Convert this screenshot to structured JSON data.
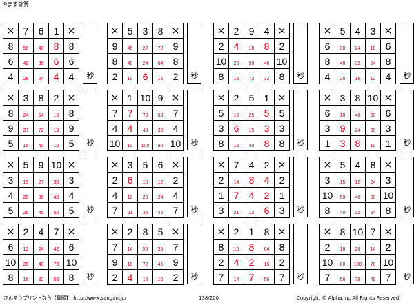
{
  "page": {
    "title": "9ます計算",
    "footer_left": "さんすうプリントなら【算願】：http://www.sangan.jp/",
    "footer_center": "138/200",
    "footer_right": "Copyright © Alpha,Inc All Rights Reserved.",
    "time_unit": "秒",
    "operator": "×"
  },
  "puzzles": [
    {
      "top": [
        7,
        6,
        1
      ],
      "left": [
        8,
        6,
        4
      ],
      "right": [
        8,
        6,
        4
      ],
      "cells": [
        [
          {
            "v": "56",
            "big": false
          },
          {
            "v": "48",
            "big": false
          },
          {
            "v": "8",
            "big": true
          }
        ],
        [
          {
            "v": "42",
            "big": false
          },
          {
            "v": "36",
            "big": false
          },
          {
            "v": "6",
            "big": true
          }
        ],
        [
          {
            "v": "28",
            "big": false
          },
          {
            "v": "24",
            "big": false
          },
          {
            "v": "4",
            "big": true
          }
        ]
      ]
    },
    {
      "top": [
        5,
        3,
        8
      ],
      "left": [
        9,
        8,
        2
      ],
      "right": [
        9,
        8,
        2
      ],
      "cells": [
        [
          {
            "v": "45",
            "big": false
          },
          {
            "v": "27",
            "big": false
          },
          {
            "v": "72",
            "big": false
          }
        ],
        [
          {
            "v": "40",
            "big": false
          },
          {
            "v": "24",
            "big": false
          },
          {
            "v": "64",
            "big": false
          }
        ],
        [
          {
            "v": "10",
            "big": false
          },
          {
            "v": "6",
            "big": true
          },
          {
            "v": "16",
            "big": false
          }
        ]
      ]
    },
    {
      "top": [
        2,
        9,
        4
      ],
      "left": [
        2,
        10,
        8
      ],
      "right": [
        2,
        10,
        8
      ],
      "cells": [
        [
          {
            "v": "4",
            "big": true
          },
          {
            "v": "18",
            "big": false
          },
          {
            "v": "8",
            "big": true
          }
        ],
        [
          {
            "v": "20",
            "big": false
          },
          {
            "v": "90",
            "big": false
          },
          {
            "v": "40",
            "big": false
          }
        ],
        [
          {
            "v": "16",
            "big": false
          },
          {
            "v": "72",
            "big": false
          },
          {
            "v": "32",
            "big": false
          }
        ]
      ]
    },
    {
      "top": [
        5,
        4,
        3
      ],
      "left": [
        6,
        8,
        4
      ],
      "right": [
        6,
        8,
        4
      ],
      "cells": [
        [
          {
            "v": "30",
            "big": false
          },
          {
            "v": "24",
            "big": false
          },
          {
            "v": "18",
            "big": false
          }
        ],
        [
          {
            "v": "40",
            "big": false
          },
          {
            "v": "32",
            "big": false
          },
          {
            "v": "24",
            "big": false
          }
        ],
        [
          {
            "v": "20",
            "big": false
          },
          {
            "v": "16",
            "big": false
          },
          {
            "v": "12",
            "big": false
          }
        ]
      ]
    },
    {
      "top": [
        3,
        8,
        2
      ],
      "left": [
        8,
        9,
        5
      ],
      "right": [
        8,
        9,
        5
      ],
      "cells": [
        [
          {
            "v": "24",
            "big": false
          },
          {
            "v": "64",
            "big": false
          },
          {
            "v": "16",
            "big": false
          }
        ],
        [
          {
            "v": "27",
            "big": false
          },
          {
            "v": "72",
            "big": false
          },
          {
            "v": "18",
            "big": false
          }
        ],
        [
          {
            "v": "15",
            "big": false
          },
          {
            "v": "40",
            "big": false
          },
          {
            "v": "10",
            "big": false
          }
        ]
      ]
    },
    {
      "top": [
        1,
        10,
        9
      ],
      "left": [
        7,
        4,
        10
      ],
      "right": [
        7,
        4,
        10
      ],
      "cells": [
        [
          {
            "v": "7",
            "big": true
          },
          {
            "v": "70",
            "big": false
          },
          {
            "v": "63",
            "big": false
          }
        ],
        [
          {
            "v": "4",
            "big": true
          },
          {
            "v": "40",
            "big": false
          },
          {
            "v": "36",
            "big": false
          }
        ],
        [
          {
            "v": "10",
            "big": false
          },
          {
            "v": "100",
            "big": false
          },
          {
            "v": "90",
            "big": false
          }
        ]
      ]
    },
    {
      "top": [
        2,
        5,
        1
      ],
      "left": [
        5,
        3,
        8
      ],
      "right": [
        5,
        3,
        8
      ],
      "cells": [
        [
          {
            "v": "10",
            "big": false
          },
          {
            "v": "25",
            "big": false
          },
          {
            "v": "5",
            "big": true
          }
        ],
        [
          {
            "v": "6",
            "big": true
          },
          {
            "v": "15",
            "big": false
          },
          {
            "v": "3",
            "big": true
          }
        ],
        [
          {
            "v": "16",
            "big": false
          },
          {
            "v": "40",
            "big": false
          },
          {
            "v": "8",
            "big": true
          }
        ]
      ]
    },
    {
      "top": [
        3,
        8,
        10
      ],
      "left": [
        6,
        3,
        1
      ],
      "right": [
        6,
        3,
        1
      ],
      "cells": [
        [
          {
            "v": "18",
            "big": false
          },
          {
            "v": "48",
            "big": false
          },
          {
            "v": "60",
            "big": false
          }
        ],
        [
          {
            "v": "9",
            "big": true
          },
          {
            "v": "24",
            "big": false
          },
          {
            "v": "30",
            "big": false
          }
        ],
        [
          {
            "v": "3",
            "big": true
          },
          {
            "v": "8",
            "big": true
          },
          {
            "v": "10",
            "big": false
          }
        ]
      ]
    },
    {
      "top": [
        5,
        9,
        10
      ],
      "left": [
        3,
        4,
        5
      ],
      "right": [
        3,
        4,
        5
      ],
      "cells": [
        [
          {
            "v": "15",
            "big": false
          },
          {
            "v": "27",
            "big": false
          },
          {
            "v": "30",
            "big": false
          }
        ],
        [
          {
            "v": "20",
            "big": false
          },
          {
            "v": "36",
            "big": false
          },
          {
            "v": "40",
            "big": false
          }
        ],
        [
          {
            "v": "25",
            "big": false
          },
          {
            "v": "45",
            "big": false
          },
          {
            "v": "50",
            "big": false
          }
        ]
      ]
    },
    {
      "top": [
        3,
        5,
        6
      ],
      "left": [
        2,
        4,
        7
      ],
      "right": [
        2,
        4,
        7
      ],
      "cells": [
        [
          {
            "v": "6",
            "big": true
          },
          {
            "v": "10",
            "big": false
          },
          {
            "v": "12",
            "big": false
          }
        ],
        [
          {
            "v": "12",
            "big": false
          },
          {
            "v": "20",
            "big": false
          },
          {
            "v": "24",
            "big": false
          }
        ],
        [
          {
            "v": "21",
            "big": false
          },
          {
            "v": "35",
            "big": false
          },
          {
            "v": "42",
            "big": false
          }
        ]
      ]
    },
    {
      "top": [
        7,
        4,
        2
      ],
      "left": [
        2,
        1,
        3
      ],
      "right": [
        2,
        1,
        3
      ],
      "cells": [
        [
          {
            "v": "14",
            "big": false
          },
          {
            "v": "8",
            "big": true
          },
          {
            "v": "4",
            "big": true
          }
        ],
        [
          {
            "v": "7",
            "big": true
          },
          {
            "v": "4",
            "big": true
          },
          {
            "v": "2",
            "big": true
          }
        ],
        [
          {
            "v": "21",
            "big": false
          },
          {
            "v": "12",
            "big": false
          },
          {
            "v": "6",
            "big": true
          }
        ]
      ]
    },
    {
      "top": [
        5,
        4,
        8
      ],
      "left": [
        3,
        10,
        8
      ],
      "right": [
        3,
        10,
        8
      ],
      "cells": [
        [
          {
            "v": "15",
            "big": false
          },
          {
            "v": "12",
            "big": false
          },
          {
            "v": "24",
            "big": false
          }
        ],
        [
          {
            "v": "50",
            "big": false
          },
          {
            "v": "40",
            "big": false
          },
          {
            "v": "80",
            "big": false
          }
        ],
        [
          {
            "v": "40",
            "big": false
          },
          {
            "v": "32",
            "big": false
          },
          {
            "v": "64",
            "big": false
          }
        ]
      ]
    },
    {
      "top": [
        2,
        4,
        7
      ],
      "left": [
        6,
        10,
        8
      ],
      "right": [
        6,
        10,
        8
      ],
      "cells": [
        [
          {
            "v": "12",
            "big": false
          },
          {
            "v": "24",
            "big": false
          },
          {
            "v": "42",
            "big": false
          }
        ],
        [
          {
            "v": "20",
            "big": false
          },
          {
            "v": "40",
            "big": false
          },
          {
            "v": "70",
            "big": false
          }
        ],
        [
          {
            "v": "16",
            "big": false
          },
          {
            "v": "32",
            "big": false
          },
          {
            "v": "56",
            "big": false
          }
        ]
      ]
    },
    {
      "top": [
        2,
        8,
        5
      ],
      "left": [
        7,
        9,
        2
      ],
      "right": [
        7,
        9,
        2
      ],
      "cells": [
        [
          {
            "v": "14",
            "big": false
          },
          {
            "v": "56",
            "big": false
          },
          {
            "v": "35",
            "big": false
          }
        ],
        [
          {
            "v": "18",
            "big": false
          },
          {
            "v": "72",
            "big": false
          },
          {
            "v": "45",
            "big": false
          }
        ],
        [
          {
            "v": "4",
            "big": true
          },
          {
            "v": "16",
            "big": false
          },
          {
            "v": "10",
            "big": false
          }
        ]
      ]
    },
    {
      "top": [
        2,
        1,
        8
      ],
      "left": [
        8,
        2,
        7
      ],
      "right": [
        8,
        2,
        7
      ],
      "cells": [
        [
          {
            "v": "16",
            "big": false
          },
          {
            "v": "8",
            "big": true
          },
          {
            "v": "64",
            "big": false
          }
        ],
        [
          {
            "v": "4",
            "big": true
          },
          {
            "v": "2",
            "big": true
          },
          {
            "v": "16",
            "big": false
          }
        ],
        [
          {
            "v": "14",
            "big": false
          },
          {
            "v": "7",
            "big": true
          },
          {
            "v": "56",
            "big": false
          }
        ]
      ]
    },
    {
      "top": [
        8,
        10,
        7
      ],
      "left": [
        2,
        10,
        7
      ],
      "right": [
        2,
        10,
        7
      ],
      "cells": [
        [
          {
            "v": "16",
            "big": false
          },
          {
            "v": "20",
            "big": false
          },
          {
            "v": "14",
            "big": false
          }
        ],
        [
          {
            "v": "80",
            "big": false
          },
          {
            "v": "100",
            "big": false
          },
          {
            "v": "70",
            "big": false
          }
        ],
        [
          {
            "v": "56",
            "big": false
          },
          {
            "v": "70",
            "big": false
          },
          {
            "v": "49",
            "big": false
          }
        ]
      ]
    }
  ]
}
